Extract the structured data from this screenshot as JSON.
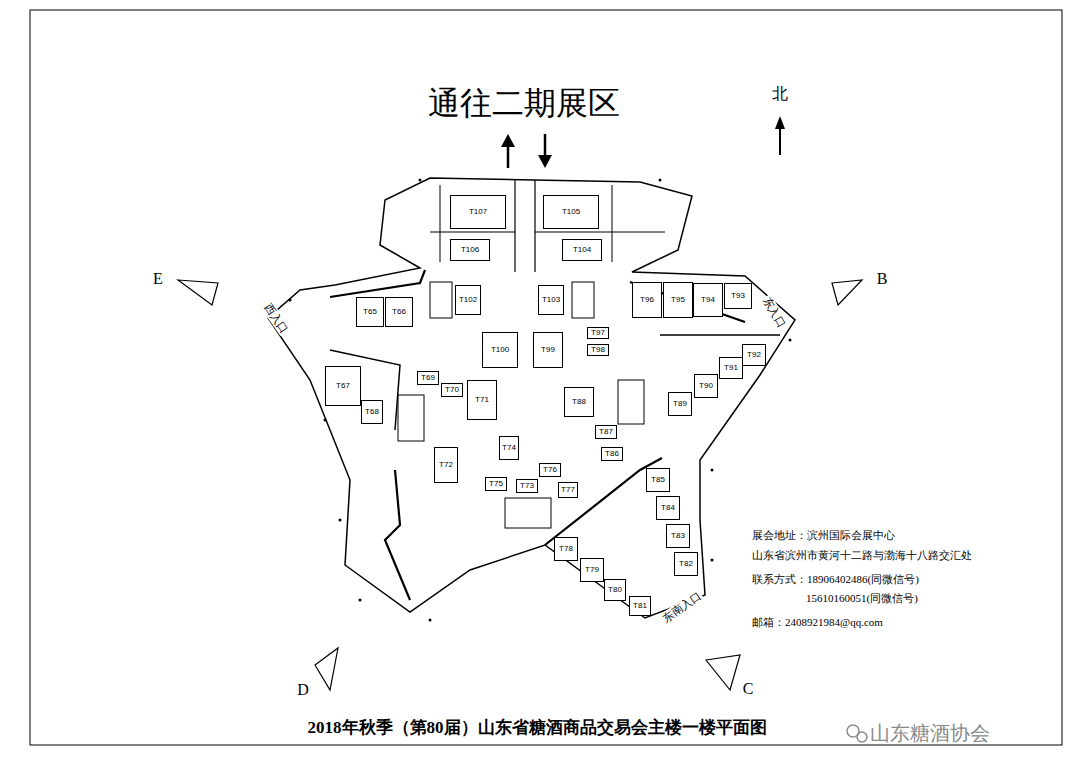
{
  "diagram": {
    "title": "2018年秋季（第80届）山东省糖酒商品交易会主楼一楼平面图",
    "nodes": [
      {
        "text": [
          "T107"
        ]
      },
      {
        "text": [
          "T105"
        ]
      },
      {
        "text": [
          "T106"
        ]
      },
      {
        "text": [
          "T104"
        ]
      },
      {
        "text": [
          "T102"
        ]
      },
      {
        "text": [
          "T103"
        ]
      },
      {
        "text": [
          "T65"
        ]
      },
      {
        "text": [
          "T66"
        ]
      },
      {
        "text": [
          "T96"
        ]
      },
      {
        "text": [
          "T95"
        ]
      },
      {
        "text": [
          "T94"
        ]
      },
      {
        "text": [
          "T93"
        ]
      },
      {
        "text": [
          "T97"
        ]
      },
      {
        "text": [
          "T98"
        ]
      },
      {
        "text": [
          "T100"
        ]
      },
      {
        "text": [
          "T99"
        ]
      },
      {
        "text": [
          "T92"
        ]
      },
      {
        "text": [
          "T91"
        ]
      },
      {
        "text": [
          "T67"
        ]
      },
      {
        "text": [
          "T69"
        ]
      },
      {
        "text": [
          "T70"
        ]
      },
      {
        "text": [
          "T71"
        ]
      },
      {
        "text": [
          "T90"
        ]
      },
      {
        "text": [
          "T88"
        ]
      },
      {
        "text": [
          "T89"
        ]
      },
      {
        "text": [
          "T68"
        ]
      },
      {
        "text": [
          "T87"
        ]
      },
      {
        "text": [
          "T86"
        ]
      },
      {
        "text": [
          "T74"
        ]
      },
      {
        "text": [
          "T72"
        ]
      },
      {
        "text": [
          "T76"
        ]
      },
      {
        "text": [
          "T85"
        ]
      },
      {
        "text": [
          "T75"
        ]
      },
      {
        "text": [
          "T73"
        ]
      },
      {
        "text": [
          "T77"
        ]
      },
      {
        "text": [
          "T84"
        ]
      },
      {
        "text": [
          "T83"
        ]
      },
      {
        "text": [
          "T78"
        ]
      },
      {
        "text": [
          "T82"
        ]
      },
      {
        "text": [
          "T79"
        ]
      },
      {
        "text": [
          "T80"
        ]
      },
      {
        "text": [
          "T81"
        ]
      }
    ],
    "labels": [
      "通往二期展区",
      "北",
      "E",
      "B",
      "C",
      "D",
      "西入口",
      "东入口",
      "东南入口",
      "展会地址：滨州国际会展中心",
      "山东省滨州市黄河十二路与渤海十八路交汇处",
      "联系方式：18906402486(同微信号)",
      "15610160051(同微信号)",
      "邮箱：2408921984@qq.com",
      "山东糖酒协会"
    ]
  }
}
